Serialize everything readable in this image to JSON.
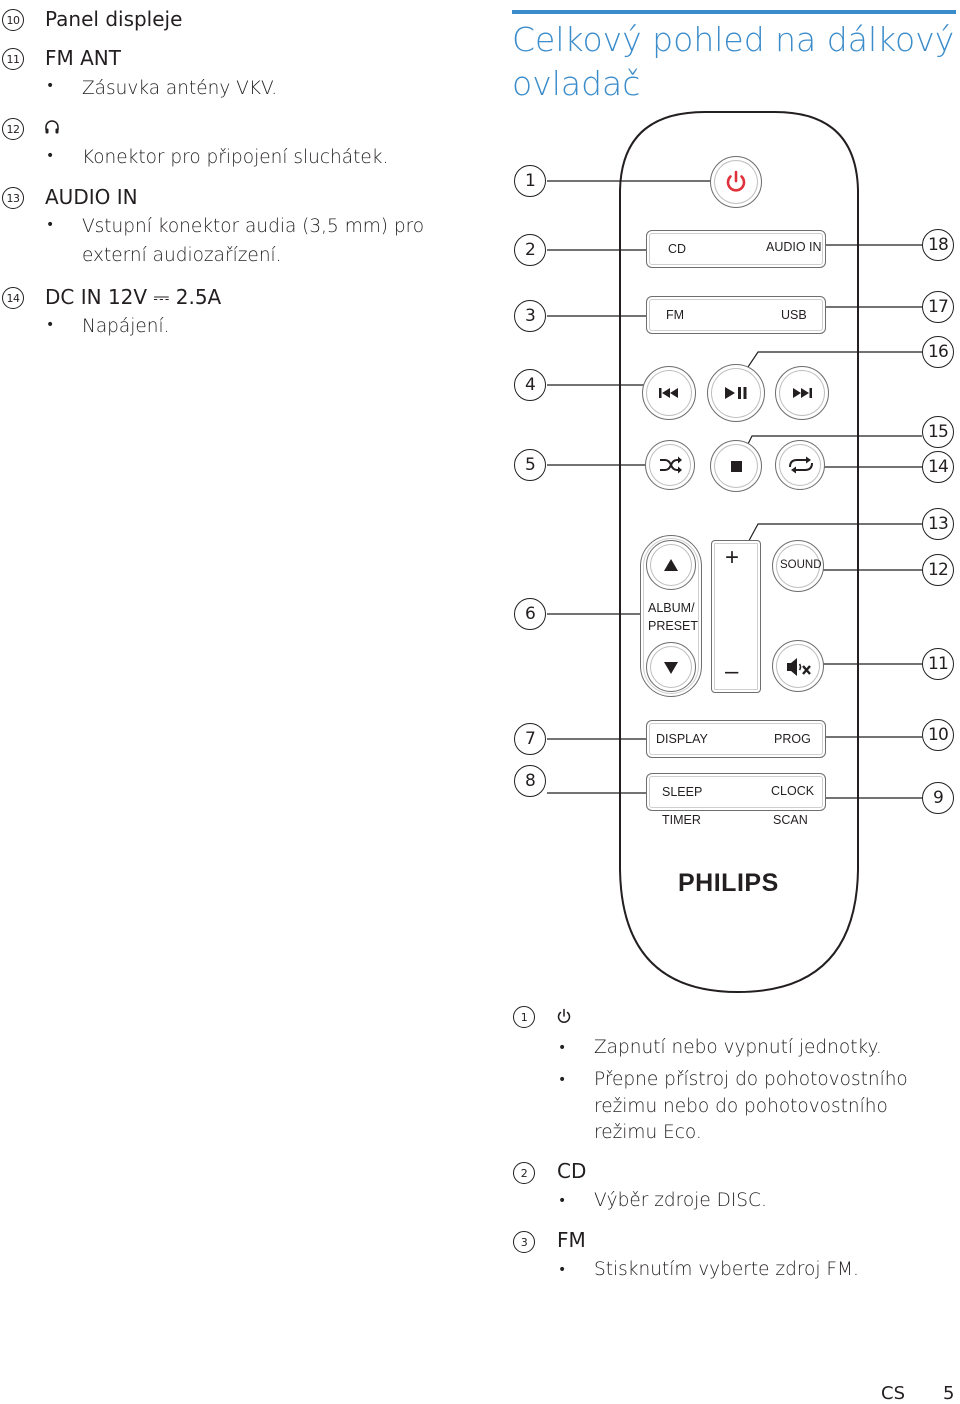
{
  "left_column": {
    "items": [
      {
        "num": "10",
        "title": "Panel displeje",
        "bullets": []
      },
      {
        "num": "11",
        "title": "FM ANT",
        "bullets": [
          "Zásuvka antény VKV."
        ]
      },
      {
        "num": "12",
        "title": "",
        "icon": "headphones-icon",
        "bullets": [
          "Konektor pro připojení sluchátek."
        ]
      },
      {
        "num": "13",
        "title": "AUDIO IN",
        "bullets": [
          "Vstupní konektor audia (3,5 mm) pro",
          "externí audiozařízení."
        ]
      },
      {
        "num": "14",
        "title": "DC IN 12V ⎓ 2.5A",
        "bullets": [
          "Napájení."
        ]
      }
    ]
  },
  "right_column": {
    "heading_line1": "Celkový pohled na dálkový",
    "heading_line2": "ovladač",
    "callouts_left": [
      "1",
      "2",
      "3",
      "4",
      "5",
      "6",
      "7",
      "8"
    ],
    "callouts_right": [
      "18",
      "17",
      "16",
      "15",
      "14",
      "13",
      "12",
      "11",
      "10",
      "9"
    ]
  },
  "remote": {
    "labels": {
      "cd": "CD",
      "audio_in": "AUDIO IN",
      "fm": "FM",
      "usb": "USB",
      "vol_plus": "+",
      "vol_minus": "–",
      "sound": "SOUND",
      "album": "ALBUM/",
      "preset": "PRESET",
      "display": "DISPLAY",
      "prog": "PROG",
      "sleep": "SLEEP",
      "clock": "CLOCK",
      "timer": "TIMER",
      "scan": "SCAN",
      "brand": "PHILIPS"
    },
    "icons": [
      "power-icon",
      "prev-icon",
      "play-pause-icon",
      "next-icon",
      "shuffle-icon",
      "stop-icon",
      "repeat-icon",
      "up-arrow-icon",
      "down-arrow-icon",
      "mute-icon"
    ],
    "colors": {
      "power": "#e0323a",
      "body_outline": "#231f20",
      "accent": "#3b8ccb"
    }
  },
  "bottom_items": [
    {
      "num": "1",
      "title": "",
      "icon": "power-icon",
      "bullets": [
        "Zapnutí nebo vypnutí jednotky.",
        "Přepne přístroj do pohotovostního",
        "režimu nebo do pohotovostního",
        "režimu Eco."
      ]
    },
    {
      "num": "2",
      "title": "CD",
      "bullets": [
        "Výběr zdroje DISC."
      ]
    },
    {
      "num": "3",
      "title": "FM",
      "bullets": [
        "Stisknutím vyberte zdroj FM."
      ]
    }
  ],
  "footer": {
    "lang": "CS",
    "page": "5"
  }
}
